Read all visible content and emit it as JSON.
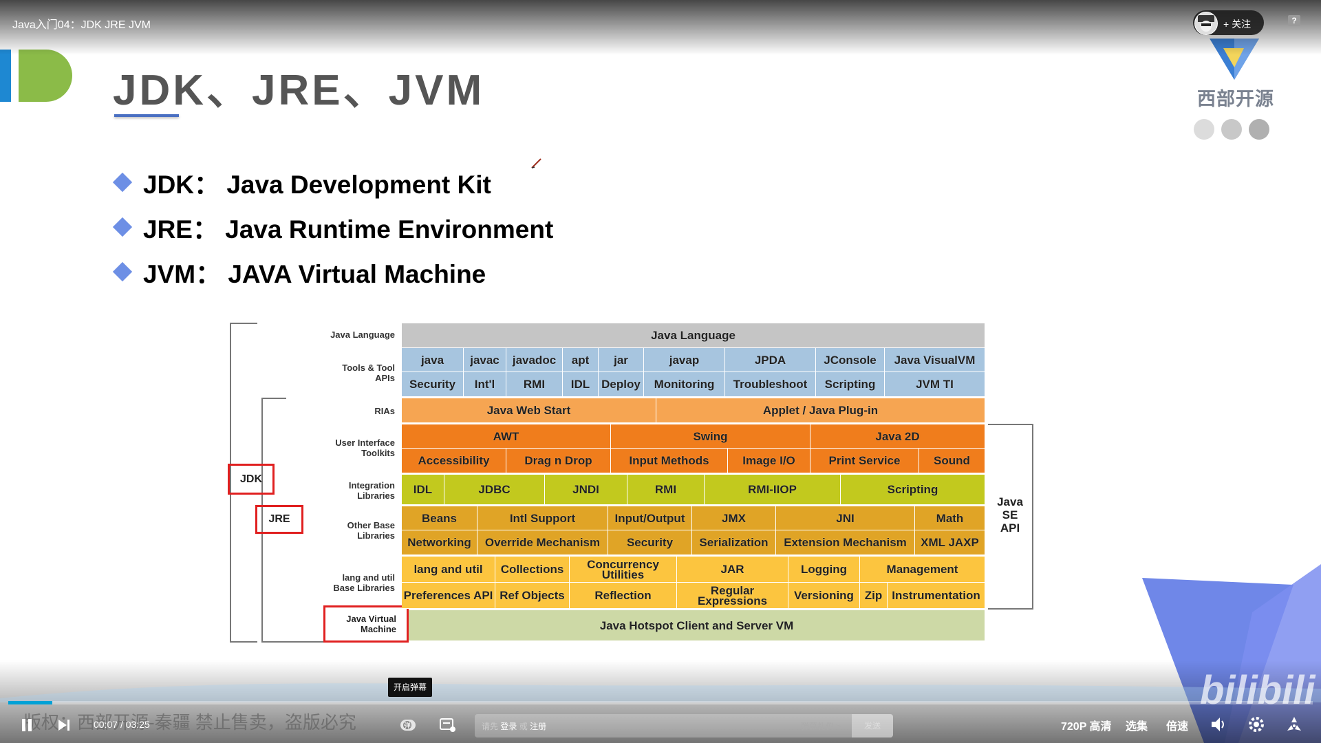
{
  "window": {
    "title": "Java入门04：JDK JRE JVM"
  },
  "header": {
    "follow_label": "+ 关注",
    "help_label": "?"
  },
  "slide": {
    "title": "JDK、JRE、JVM",
    "brand_name": "西部开源",
    "bullets": [
      {
        "term": "JDK：",
        "desc": "Java Development Kit"
      },
      {
        "term": "JRE：",
        "desc": "Java Runtime Environment"
      },
      {
        "term": "JVM：",
        "desc": "JAVA Virtual Machine"
      }
    ],
    "diagram": {
      "row_labels": {
        "java_language": "Java Language",
        "tools": "Tools & Tool APIs",
        "rias": "RIAs",
        "ui_toolkits": "User Interface Toolkits",
        "integration": "Integration Libraries",
        "other_base": "Other Base Libraries",
        "lang_util": "lang and util Base Libraries",
        "jvm": "Java Virtual Machine"
      },
      "bracket_labels": {
        "jdk": "JDK",
        "jre": "JRE",
        "java_se_api": "Java SE API"
      },
      "java_language": "Java Language",
      "tools_row1": [
        "java",
        "javac",
        "javadoc",
        "apt",
        "jar",
        "javap",
        "JPDA",
        "JConsole",
        "Java VisualVM"
      ],
      "tools_row2": [
        "Security",
        "Int'l",
        "RMI",
        "IDL",
        "Deploy",
        "Monitoring",
        "Troubleshoot",
        "Scripting",
        "JVM TI"
      ],
      "rias": [
        "Java Web Start",
        "Applet / Java Plug-in"
      ],
      "ui_row1": [
        "AWT",
        "Swing",
        "Java 2D"
      ],
      "ui_row2": [
        "Accessibility",
        "Drag n Drop",
        "Input Methods",
        "Image I/O",
        "Print Service",
        "Sound"
      ],
      "integration": [
        "IDL",
        "JDBC",
        "JNDI",
        "RMI",
        "RMI-IIOP",
        "Scripting"
      ],
      "other_row1": [
        "Beans",
        "Intl Support",
        "Input/Output",
        "JMX",
        "JNI",
        "Math"
      ],
      "other_row2": [
        "Networking",
        "Override Mechanism",
        "Security",
        "Serialization",
        "Extension Mechanism",
        "XML JAXP"
      ],
      "lang_row1": [
        "lang and util",
        "Collections",
        "Concurrency Utilities",
        "JAR",
        "Logging",
        "Management"
      ],
      "lang_row2": [
        "Preferences API",
        "Ref Objects",
        "Reflection",
        "Regular Expressions",
        "Versioning",
        "Zip",
        "Instrumentation"
      ],
      "jvm": "Java Hotspot Client and Server VM"
    },
    "watermark": "版权：西部开源-秦疆   禁止售卖，盗版必究"
  },
  "player": {
    "time_current": "00:07",
    "time_sep": "/",
    "time_total": "03:25",
    "progress": 0.034,
    "danmaku_tooltip": "开启弹幕",
    "danmaku_placeholder_pre": "请先",
    "danmaku_login": "登录",
    "danmaku_or": "或",
    "danmaku_register": "注册",
    "danmaku_etiquette": "弹幕礼仪 >",
    "send_label": "发送",
    "quality_label": "720P 高清",
    "episodes_label": "选集",
    "speed_label": "倍速",
    "site_logo": "bilibili"
  },
  "colors": {
    "accent": "#00a1d6",
    "cell_gray": "#c5c5c5",
    "cell_blue": "#a7c5df",
    "cell_lightorange": "#f6a552",
    "cell_orange": "#f07d1c",
    "cell_olive": "#c2c91e",
    "cell_amber": "#e0a426",
    "cell_yellow": "#fcc53f",
    "cell_sage": "#cdd9a6"
  }
}
